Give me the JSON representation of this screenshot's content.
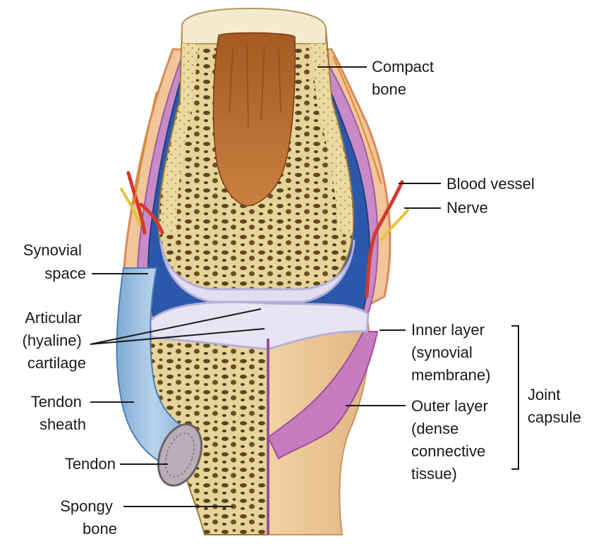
{
  "labels": {
    "compact_bone": [
      "Compact",
      "bone"
    ],
    "blood_vessel": [
      "Blood vessel"
    ],
    "nerve": [
      "Nerve"
    ],
    "synovial_space": [
      "Synovial",
      "space"
    ],
    "articular_cartilage": [
      "Articular",
      "(hyaline)",
      "cartilage"
    ],
    "tendon_sheath": [
      "Tendon",
      "sheath"
    ],
    "tendon": [
      "Tendon"
    ],
    "spongy_bone": [
      "Spongy",
      "bone"
    ],
    "inner_layer": [
      "Inner layer",
      "(synovial",
      "membrane)"
    ],
    "outer_layer": [
      "Outer layer",
      "(dense",
      "connective",
      "tissue)"
    ],
    "joint_capsule": [
      "Joint",
      "capsule"
    ]
  },
  "colors": {
    "bone_beige": "#e9d79c",
    "bone_dark": "#7a5a22",
    "marrow": "#b86a2c",
    "cartilage": "#dcd8ef",
    "synovial_fluid": "#2a55a8",
    "membrane": "#c77bc0",
    "capsule_outer": "#e9c79a",
    "tendon_sheath": "#9cc0e0",
    "vessel": "#d23a2a",
    "nerve": "#e7c23a"
  }
}
